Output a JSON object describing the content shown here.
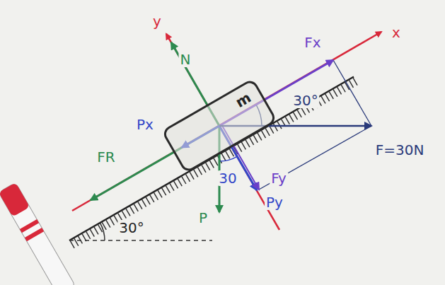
{
  "diagram": {
    "nodes": [
      {
        "text": [
          "m"
        ]
      }
    ],
    "labels": [
      "y",
      "N",
      "x",
      "Fx",
      "30°",
      "FR",
      "Px",
      "30",
      "Fy",
      "Py",
      "P",
      "F=30N",
      "30°"
    ]
  }
}
